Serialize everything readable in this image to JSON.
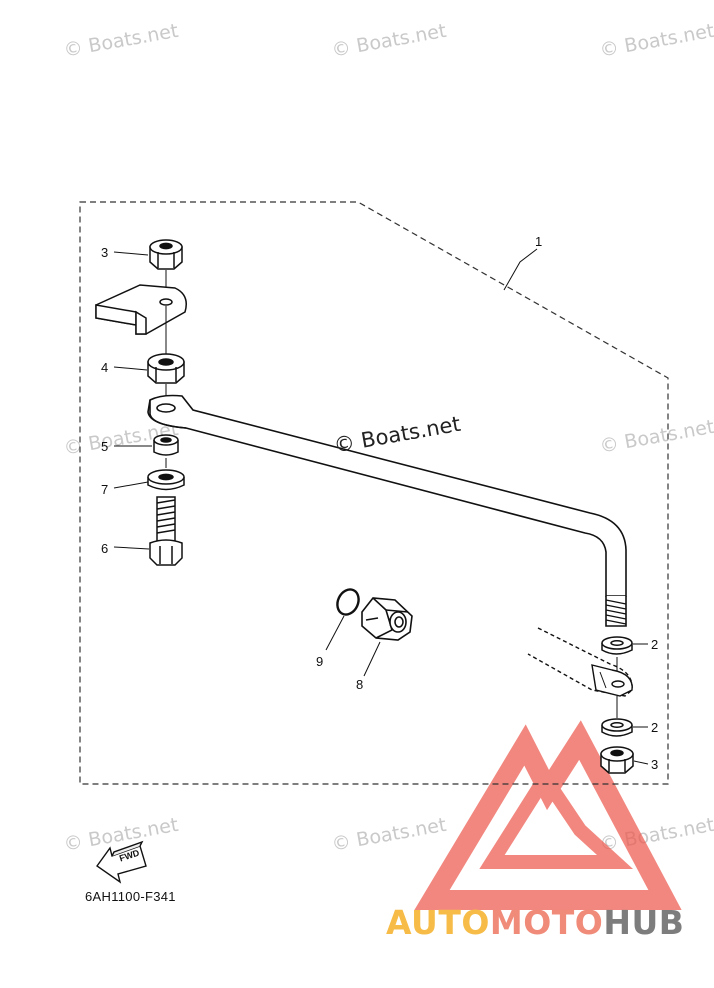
{
  "watermarks": [
    "© Boats.net",
    "© Boats.net",
    "© Boats.net",
    "© Boats.net",
    "© Boats.net",
    "© Boats.net",
    "© Boats.net",
    "© Boats.net"
  ],
  "center_watermark": "© Boats.net",
  "callouts": {
    "c1": "1",
    "c2a": "2",
    "c2b": "2",
    "c3a": "3",
    "c3b": "3",
    "c4": "4",
    "c5": "5",
    "c6": "6",
    "c7": "7",
    "c8": "8",
    "c9": "9"
  },
  "fwd_label": "FWD",
  "diagram_code": "6AH1100-F341",
  "brand": {
    "part1": "AUTO",
    "part2": "MOTO",
    "part3": "HUB"
  },
  "colors": {
    "brand_yellow": "#f6bc47",
    "brand_red": "#f08a79",
    "brand_gray": "#7d7d7d",
    "logo_red": "#ee5a4f"
  }
}
